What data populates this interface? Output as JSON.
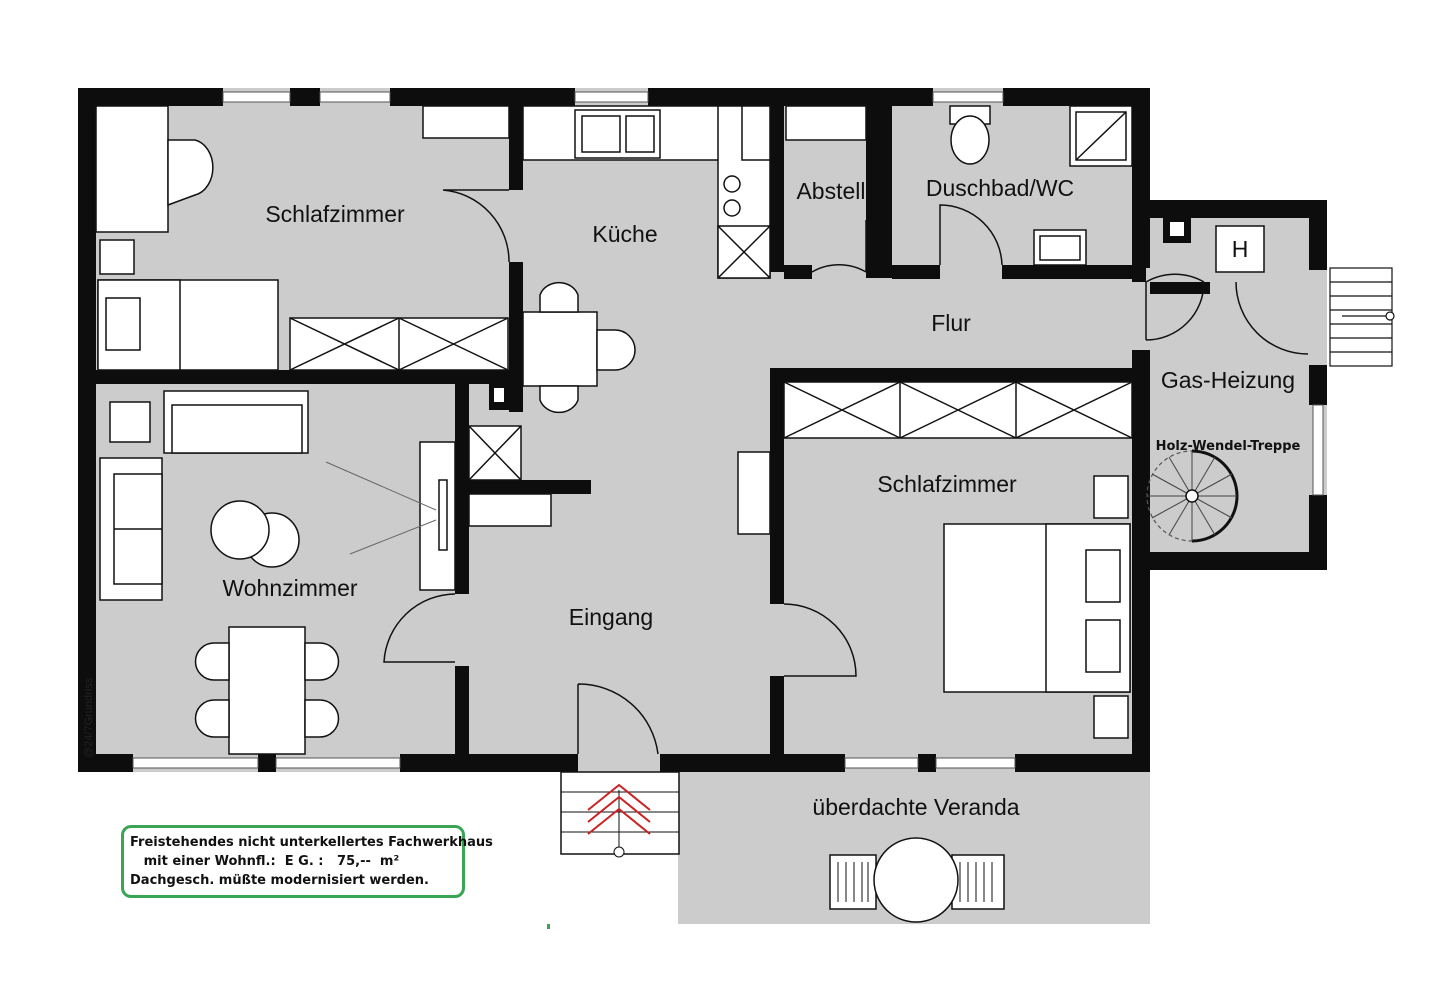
{
  "rooms": {
    "schlafzimmer_1": "Schlafzimmer",
    "kueche": "Küche",
    "abstell": "Abstell",
    "duschbad": "Duschbad/WC",
    "flur": "Flur",
    "gas_heizung": "Gas-Heizung",
    "schlafzimmer_2": "Schlafzimmer",
    "wohnzimmer": "Wohnzimmer",
    "eingang": "Eingang",
    "veranda": "überdachte Veranda"
  },
  "fixtures": {
    "staircase": "Holz-Wendel-Treppe",
    "heater": "H"
  },
  "watermark": "@24/7Grundriss",
  "info": {
    "line1": "Freistehendes nicht unterkellertes Fachwerkhaus",
    "line2": "   mit einer Wohnfl.:  E G. :   75,--  m²",
    "line3": "Dachgesch. müßte modernisiert werden."
  },
  "colors": {
    "wall": "#0d0d0d",
    "floor": "#cccccc",
    "furniture": "#ffffff",
    "info_border": "#3aa655",
    "stair_arrow": "#cc2222"
  }
}
